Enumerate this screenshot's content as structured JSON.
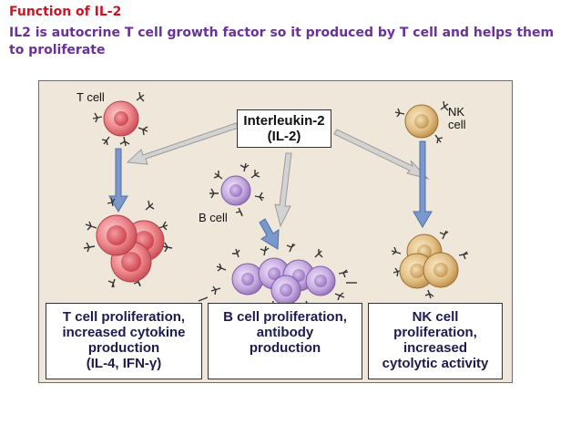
{
  "slide": {
    "title": "Function of IL-2",
    "subtitle": "IL2 is autocrine T cell growth factor so it produced by T cell and helps them to proliferate"
  },
  "figure": {
    "center_label": [
      "Interleukin-2",
      "(IL-2)"
    ],
    "cell_labels": {
      "t_cell": "T cell",
      "b_cell": "B cell",
      "nk_cell": [
        "NK",
        "cell"
      ]
    },
    "results": {
      "t_cell": [
        "T cell proliferation,",
        "increased cytokine",
        "production",
        "(IL-4, IFN-γ)"
      ],
      "b_cell": [
        "B cell proliferation,",
        "antibody",
        "production"
      ],
      "nk_cell": [
        "NK cell",
        "proliferation,",
        "increased",
        "cytolytic activity"
      ]
    }
  },
  "colors": {
    "title": "#d31221",
    "subtitle": "#6a3199",
    "panel_bg": "#efe8da",
    "result_text": "#1d1a4f",
    "t_cell": "#e8737a",
    "b_cell": "#b79ad0",
    "nk_cell": "#d8b479",
    "arrow_blue": "#6f8fc4",
    "arrow_gray": "#cfcfcf"
  }
}
